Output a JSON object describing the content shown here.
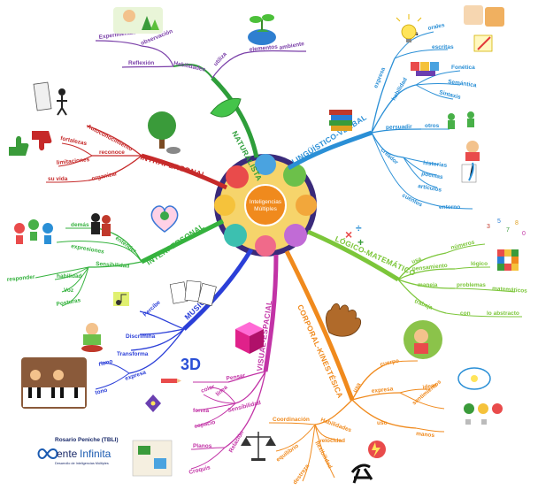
{
  "center": {
    "title_line1": "Inteligencias",
    "title_line2": "Múltiples"
  },
  "branches": {
    "naturalista": {
      "title": "NATURALISTA",
      "color": "#2e9e3a",
      "items": [
        "Experimentación",
        "observación",
        "Reflexión",
        "Habilidades",
        "utiliza",
        "elementos",
        "ambiente"
      ]
    },
    "linguistico": {
      "title": "LINGÜÍSTICO-VERBAL",
      "color": "#2a8fd6",
      "items": [
        "ideas",
        "orales",
        "escritas",
        "expresa",
        "habilidad",
        "Fonética",
        "Semántica",
        "Sintaxis",
        "persuadir",
        "otros",
        "creador",
        "historias",
        "poemas",
        "artículos",
        "cuentos",
        "entorno"
      ]
    },
    "logico": {
      "title": "LÓGICO-MATEMÁTICO",
      "color": "#7cc63a",
      "items": [
        "usa",
        "números",
        "pensamiento",
        "lógico",
        "maneja",
        "problemas",
        "matemáticos",
        "trabaja",
        "con",
        "lo abstracto"
      ]
    },
    "corporal": {
      "title": "CORPORAL-KINESTÉSICA",
      "color": "#f08a1d",
      "items": [
        "usa",
        "cuerpo",
        "expresa",
        "ideas",
        "sentimientos",
        "uso",
        "manos",
        "Habilidades",
        "Coordinación",
        "velocidad",
        "equilibrio",
        "destreza",
        "flexibilidad"
      ]
    },
    "visual": {
      "title": "VISUAL-ESPACIAL",
      "color": "#c233a6",
      "items": [
        "Pensar",
        "3D",
        "color",
        "línea",
        "forma",
        "Sensibilidad",
        "espacio",
        "Planos",
        "Croquis",
        "Relación"
      ]
    },
    "musical": {
      "title": "MUSICAL",
      "color": "#2b3fd8",
      "items": [
        "Percibe",
        "Discrimina",
        "Transforma",
        "ritmo",
        "expresa",
        "tono"
      ]
    },
    "interpersonal": {
      "title": "INTERPERSONAL",
      "color": "#35b23e",
      "items": [
        "demás",
        "entender",
        "expresiones",
        "Sensibilidad",
        "responder",
        "habilidad",
        "Voz",
        "Posturas"
      ]
    },
    "intrapersonal": {
      "title": "INTRAPERSONAL",
      "color": "#c62a2a",
      "items": [
        "Autoconocimiento",
        "fortalezas",
        "reconoce",
        "limitaciones",
        "su vida",
        "organizar"
      ]
    }
  },
  "brand": {
    "author": "Rosario Peniche (TBLI)",
    "name_left": "ente",
    "name_right": "Infinita",
    "tagline": "Desarrollo de Inteligencias Múltiples"
  },
  "colors": {
    "naturalista": "#2e9e3a",
    "linguistico": "#2a8fd6",
    "logico": "#7cc63a",
    "corporal": "#f08a1d",
    "visual": "#c233a6",
    "musical": "#2b3fd8",
    "interpersonal": "#35b23e",
    "intrapersonal": "#c62a2a"
  }
}
